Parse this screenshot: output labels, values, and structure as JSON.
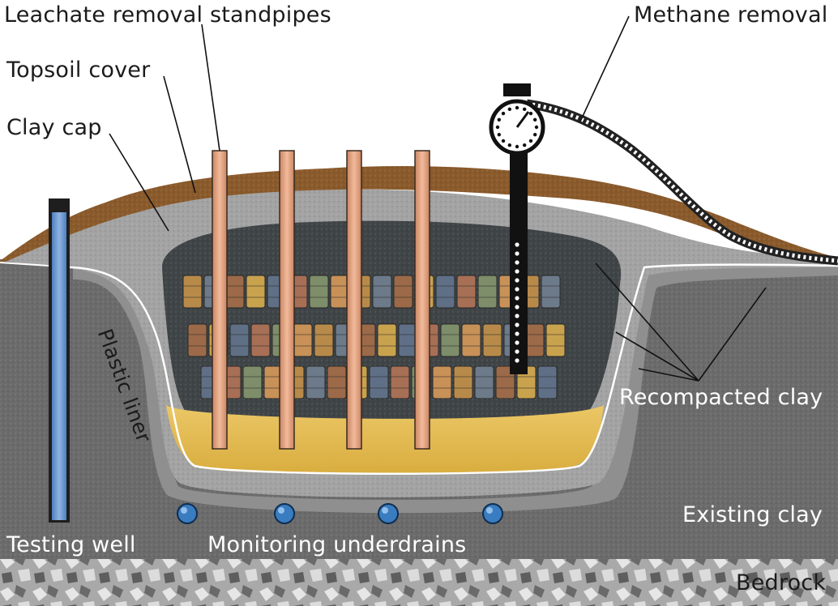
{
  "diagram": {
    "title": "Sanitary landfill cross-section",
    "labels": {
      "leachate": "Leachate removal standpipes",
      "methane": "Methane removal",
      "topsoil": "Topsoil cover",
      "clay_cap": "Clay cap",
      "plastic_liner": "Plastic liner",
      "recompacted": "Recompacted clay",
      "existing": "Existing clay",
      "bedrock": "Bedrock",
      "testing_well": "Testing well",
      "underdrains": "Monitoring underdrains"
    },
    "colors": {
      "topsoil": "#8a5a2b",
      "clay": "#6e6e6e",
      "clay_cap": "#9a9a9a",
      "gravel_base": "#e1b94e",
      "standpipe": "#e3a27f",
      "well_water": "#6f95c9",
      "liner": "#ffffff",
      "bedrock": "#b5b5b5",
      "drain": "#2f6fae"
    }
  }
}
